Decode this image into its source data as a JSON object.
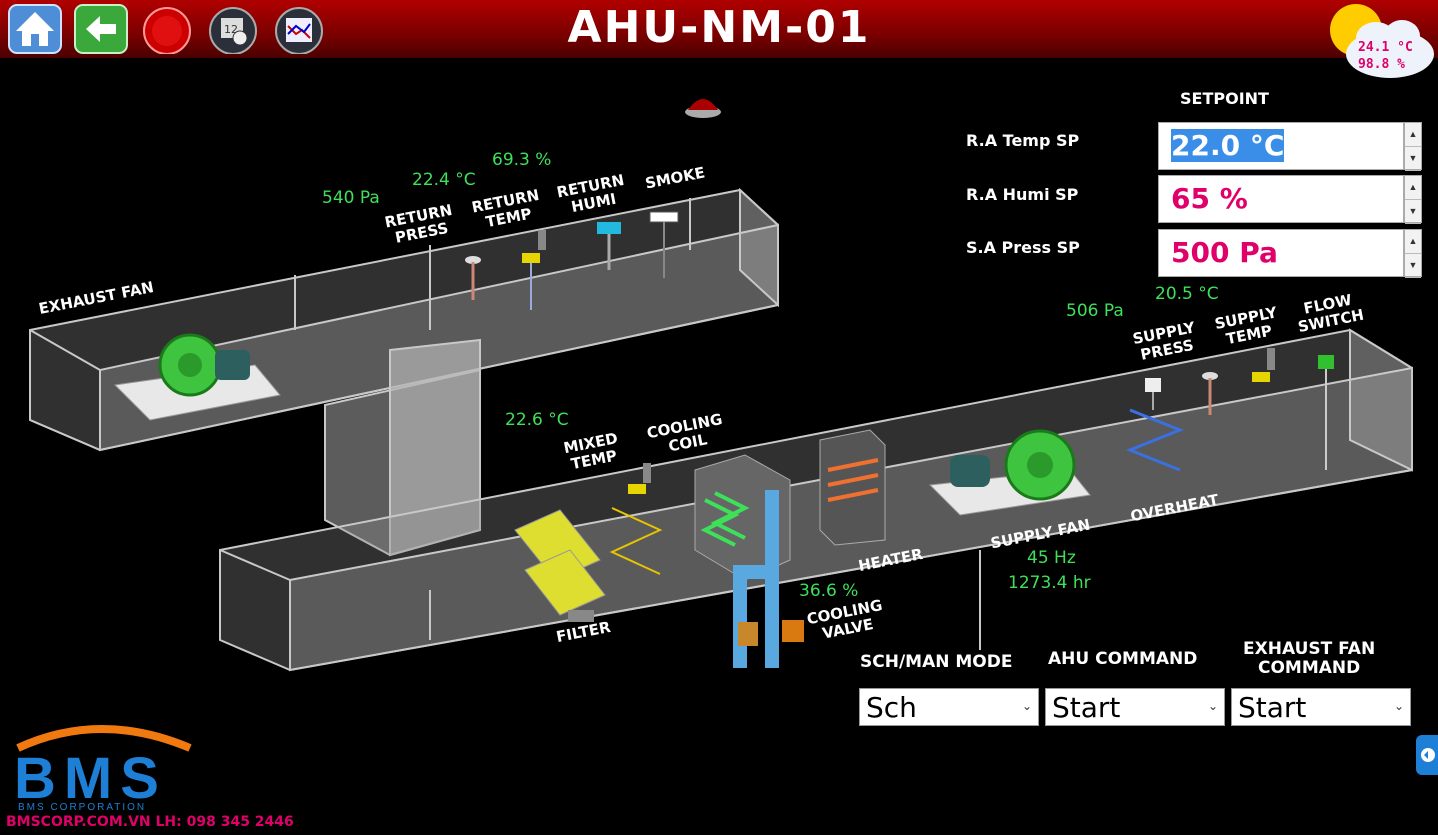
{
  "header": {
    "title": "AHU-NM-01",
    "nav": [
      "home-icon",
      "back-arrow-icon",
      "alarm-bell-icon",
      "schedule-icon",
      "trend-chart-icon"
    ]
  },
  "weather": {
    "temp": "24.1 °C",
    "humi": "98.8 %"
  },
  "return_duct": {
    "exhaust_fan_label": "EXHAUST FAN",
    "return_press_label": [
      "RETURN",
      "PRESS"
    ],
    "return_temp_label": [
      "RETURN",
      "TEMP"
    ],
    "return_humi_label": [
      "RETURN",
      "HUMI"
    ],
    "smoke_label": "SMOKE",
    "return_press_value": "540 Pa",
    "return_temp_value": "22.4 °C",
    "return_humi_value": "69.3 %"
  },
  "supply_duct": {
    "mixed_temp_value": "22.6 °C",
    "mixed_temp_label": [
      "MIXED",
      "TEMP"
    ],
    "cooling_coil_label": [
      "COOLING",
      "COIL"
    ],
    "filter_label": "FILTER",
    "cooling_valve_label": [
      "COOLING",
      "VALVE"
    ],
    "cooling_valve_value": "36.6 %",
    "heater_label": "HEATER",
    "supply_fan_label": "SUPPLY FAN",
    "supply_fan_freq": "45 Hz",
    "supply_fan_hours": "1273.4 hr",
    "overheat_label": "OVERHEAT",
    "supply_press_label": [
      "SUPPLY",
      "PRESS"
    ],
    "supply_temp_label": [
      "SUPPLY",
      "TEMP"
    ],
    "flow_switch_label": [
      "FLOW",
      "SWITCH"
    ],
    "supply_press_value": "506 Pa",
    "supply_temp_value": "20.5 °C"
  },
  "setpoint": {
    "heading": "SETPOINT",
    "items": [
      {
        "label": "R.A Temp SP",
        "value": "22.0 °C"
      },
      {
        "label": "R.A Humi SP",
        "value": "65 %"
      },
      {
        "label": "S.A Press SP",
        "value": "500 Pa"
      }
    ]
  },
  "commands": {
    "mode_label": "SCH/MAN MODE",
    "ahu_label": "AHU COMMAND",
    "exhaust_label": [
      "EXHAUST FAN",
      "COMMAND"
    ],
    "mode_value": "Sch",
    "ahu_value": "Start",
    "exhaust_value": "Start"
  },
  "branding": {
    "logo_text": "BMS",
    "logo_sub": "BMS CORPORATION",
    "footer": "BMSCORP.COM.VN  LH: 098 345 2446"
  },
  "colors": {
    "value_green": "#3ee05a",
    "setpoint_pink": "#e0006a",
    "header_red": "#b00000"
  }
}
